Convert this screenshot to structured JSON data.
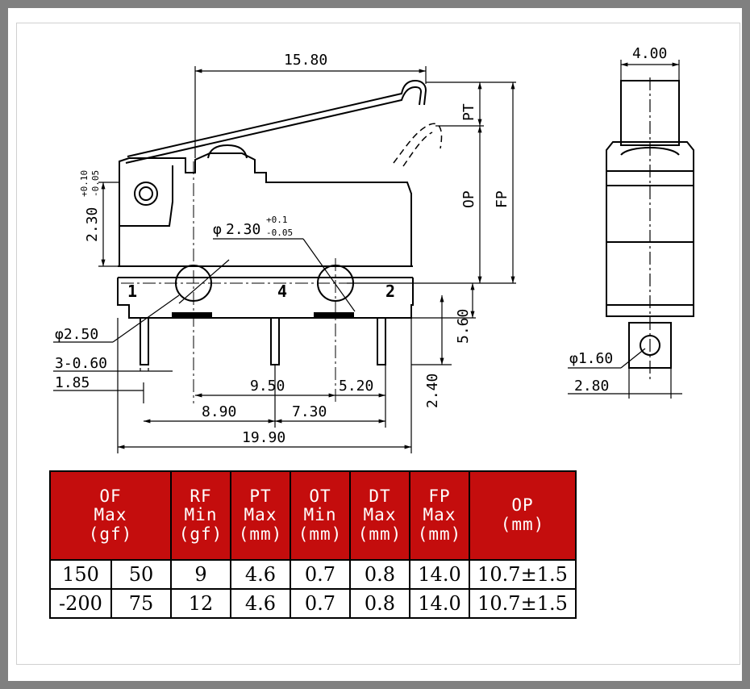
{
  "dimensions": {
    "overall_lever": "15.80",
    "side_width": "4.00",
    "hole_height": "2.30",
    "hole_height_tol_upper": "+0.10",
    "hole_height_tol_lower": "-0.05",
    "hole_diameter": "2.30",
    "hole_diameter_symbol": "φ",
    "hole_diameter_tol_upper": "+0.1",
    "hole_diameter_tol_lower": "-0.05",
    "pt_label": "PT",
    "op_label": "OP",
    "fp_label": "FP",
    "pin_diameter": "φ2.50",
    "pin_width": "3-0.60",
    "left_offset": "1.85",
    "pin_spacing_a": "9.50",
    "pin_spacing_b": "5.20",
    "pin_offset_a": "8.90",
    "pin_offset_b": "7.30",
    "overall_length": "19.90",
    "pin_length": "5.60",
    "pin_gap": "2.40",
    "tab_hole": "φ1.60",
    "tab_width": "2.80",
    "pin_label_1": "1",
    "pin_label_4": "4",
    "pin_label_2": "2"
  },
  "colors": {
    "header_bg": "#c40d0d",
    "header_text": "#ffffff",
    "line": "#000000",
    "frame": "#808080"
  },
  "table": {
    "headers": [
      "OF\nMax\n(gf)",
      "RF\nMin\n(gf)",
      "PT\nMax\n(mm)",
      "OT\nMin\n(mm)",
      "DT\nMax\n(mm)",
      "FP\nMax\n(mm)",
      "OP\n(mm)"
    ],
    "rows": [
      [
        "150",
        "50",
        "9",
        "4.6",
        "0.7",
        "0.8",
        "14.0",
        "10.7±1.5"
      ],
      [
        "-200",
        "75",
        "12",
        "4.6",
        "0.7",
        "0.8",
        "14.0",
        "10.7±1.5"
      ]
    ]
  }
}
